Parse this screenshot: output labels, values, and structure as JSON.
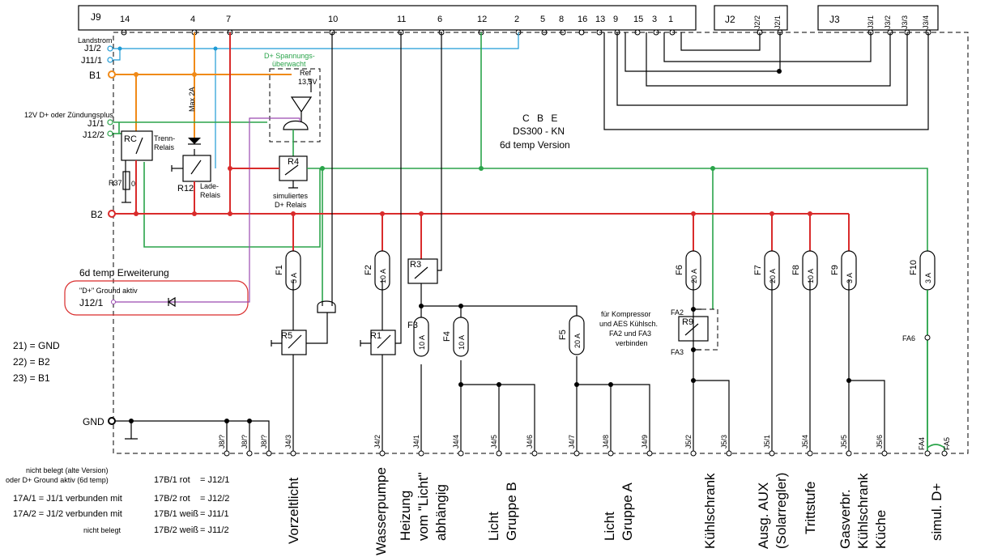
{
  "connectors": {
    "j9_label": "J9",
    "j9_pins": [
      "14",
      "4",
      "7",
      "10",
      "11",
      "6",
      "12",
      "2",
      "5",
      "8",
      "16",
      "13",
      "9",
      "15",
      "3",
      "1"
    ],
    "j2_label": "J2",
    "j2_pins": [
      "J2/2",
      "J2/1"
    ],
    "j3_label": "J3",
    "j3_pins": [
      "J3/1",
      "J3/2",
      "J3/3",
      "J3/4"
    ]
  },
  "left_terminals": {
    "landstrom": "Landstrom",
    "j12": "J1/2",
    "j111": "J11/1",
    "b1": "B1",
    "zundung": "12V D+ oder Zündungsplus",
    "j11": "J1/1",
    "j122": "J12/2",
    "b2": "B2",
    "gnd": "GND"
  },
  "components": {
    "max2a": "Max 2A",
    "rc": "RC",
    "trenn": "Trenn-",
    "relais": "Relais",
    "r37": "R37",
    "r37_val": "0",
    "r12": "R12",
    "lade": "Lade-",
    "lade_relais": "Relais",
    "dplus_mon1": "D+ Spannungs-",
    "dplus_mon2": "überwacht",
    "ref": "Ref",
    "ref_v": "13,5V",
    "r4": "R4",
    "sim1": "simuliertes",
    "sim2": "D+ Relais",
    "cbe": "C B E",
    "model": "DS300 - KN",
    "version": "6d temp Version",
    "erweiterung": "6d temp Erweiterung",
    "ground_aktiv": "\"D+\" Ground aktiv",
    "j121": "J12/1",
    "r5": "R5",
    "r1": "R1",
    "r3": "R3",
    "r9": "R9",
    "fa2": "FA2",
    "fa3": "FA3",
    "fa6": "FA6",
    "fa4": "FA4",
    "fa5": "FA5",
    "kompressor1": "für Kompressor",
    "kompressor2": "und AES Kühlsch.",
    "kompressor3": "FA2 und FA3",
    "kompressor4": "verbinden"
  },
  "fuses": [
    {
      "id": "F1",
      "rating": "5 A"
    },
    {
      "id": "F2",
      "rating": "10 A"
    },
    {
      "id": "F3",
      "rating": "10 A"
    },
    {
      "id": "F4",
      "rating": "10 A"
    },
    {
      "id": "F5",
      "rating": "20 A"
    },
    {
      "id": "F6",
      "rating": "20 A"
    },
    {
      "id": "F7",
      "rating": "20 A"
    },
    {
      "id": "F8",
      "rating": "10 A"
    },
    {
      "id": "F9",
      "rating": "3 A"
    },
    {
      "id": "F10",
      "rating": "3 A"
    }
  ],
  "bottom_pins": [
    "J8/?",
    "J8/?",
    "J8/?",
    "J4/3",
    "J4/2",
    "J4/1",
    "J4/4",
    "J4/5",
    "J4/6",
    "J4/7",
    "J4/8",
    "J4/9",
    "J5/2",
    "J5/3",
    "J5/1",
    "J5/4",
    "J5/5",
    "J5/6"
  ],
  "outputs": [
    "Vorzeltlicht",
    "Wasserpumpe",
    "Heizung",
    "vom \"Licht\"",
    "abhängig",
    "Licht",
    "Gruppe B",
    "Licht",
    "Gruppe A",
    "Kühlschrank",
    "Ausg. AUX",
    "(Solarregler)",
    "Trittstufe",
    "Gasverbr.",
    "Kühlschrank",
    "Küche",
    "simul. D+"
  ],
  "legend": {
    "l21": "21) = GND",
    "l22": "22) = B2",
    "l23": "23) = B1"
  },
  "notes": [
    {
      "left": "nicht belegt (alte Version)",
      "mid": "",
      "right": ""
    },
    {
      "left": "oder D+ Ground aktiv (6d temp)",
      "mid": "17B/1 rot",
      "right": "= J12/1"
    },
    {
      "left": "17A/1 = J1/1 verbunden mit",
      "mid": "17B/2 rot",
      "right": "= J12/2"
    },
    {
      "left": "17A/2 = J1/2 verbunden mit",
      "mid": "17B/1 weiß",
      "right": "= J11/1"
    },
    {
      "left": "nicht belegt",
      "mid": "17B/2 weiß",
      "right": "= J11/2"
    }
  ],
  "colors": {
    "plus": "#d92b2b",
    "dplus": "#2aa44a",
    "landstrom": "#1e9bd6",
    "b1": "#f08a18",
    "ground_aktiv": "#9a4bb0"
  }
}
